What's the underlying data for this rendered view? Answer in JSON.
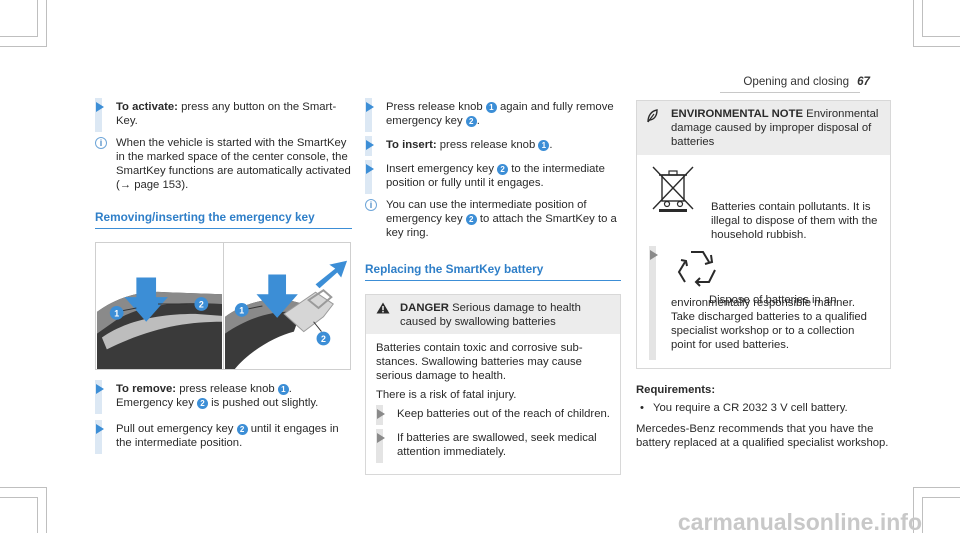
{
  "header": {
    "section": "Opening and closing",
    "page_number": "67"
  },
  "col1": {
    "activate_label": "To activate:",
    "activate_text": " press any button on the Smart­Key.",
    "note1": "When the vehicle is started with the SmartKey in the marked space of the center con­sole, the SmartKey functions are automati­cally activated (→ page 153).",
    "section_title": "Removing/inserting the emergency key",
    "remove_label": "To remove:",
    "remove_text_a": " press release knob ",
    "remove_text_b": ". Emergency key ",
    "remove_text_c": " is pushed out slightly.",
    "pull_text_a": "Pull out emergency key ",
    "pull_text_b": " until it engages in the intermediate position."
  },
  "col2": {
    "press_text_a": "Press release knob ",
    "press_text_b": " again and fully remove emergency key ",
    "press_text_c": ".",
    "insert_label": "To insert:",
    "insert_text_a": " press release knob ",
    "insert_text_b": ".",
    "insert2_text_a": "Insert emergency key ",
    "insert2_text_b": " to the intermediate position or fully until it engages.",
    "note2_a": "You can use the intermediate position of emergency key ",
    "note2_b": " to attach the SmartKey to a key ring.",
    "section_title": "Replacing the SmartKey battery",
    "danger_label": "DANGER",
    "danger_head_text": " Serious damage to health caused by swallowing batteries",
    "danger_p1": "Batteries contain toxic and corrosive sub­stances. Swallowing batteries may cause serious damage to health.",
    "danger_p2": "There is a risk of fatal injury.",
    "danger_step1": "Keep batteries out of the reach of chil­dren.",
    "danger_step2": "If batteries are swallowed, seek medical attention immediately."
  },
  "col3": {
    "env_label": "ENVIRONMENTAL NOTE",
    "env_head_text": " Environmental damage caused by improper disposal of batteries",
    "env_text1": "Batteries contain pollutants. It is illegal to dispose of them with the household rubbish.",
    "env_text2a": "Dispose of batteries in an",
    "env_text2b": "environmentally responsible manner. Take discharged batteries to a qualified specialist workshop or to a collection point for used batteries.",
    "req_title": "Requirements:",
    "req_item": "You require a CR 2032 3 V cell battery.",
    "req_para": "Mercedes-Benz recommends that you have the battery replaced at a qualified specialist work­shop."
  },
  "callouts": {
    "one": "1",
    "two": "2"
  },
  "info_glyph": "i",
  "watermark": "carmanualsonline.info",
  "colors": {
    "accent": "#3c8ed6",
    "step_bar": "#dce8f4",
    "box_header": "#ececec"
  },
  "icons": [
    "arrow-step-icon",
    "info-icon",
    "warning-triangle-icon",
    "leaf-icon",
    "crossed-bin-icon",
    "recycle-icon"
  ]
}
